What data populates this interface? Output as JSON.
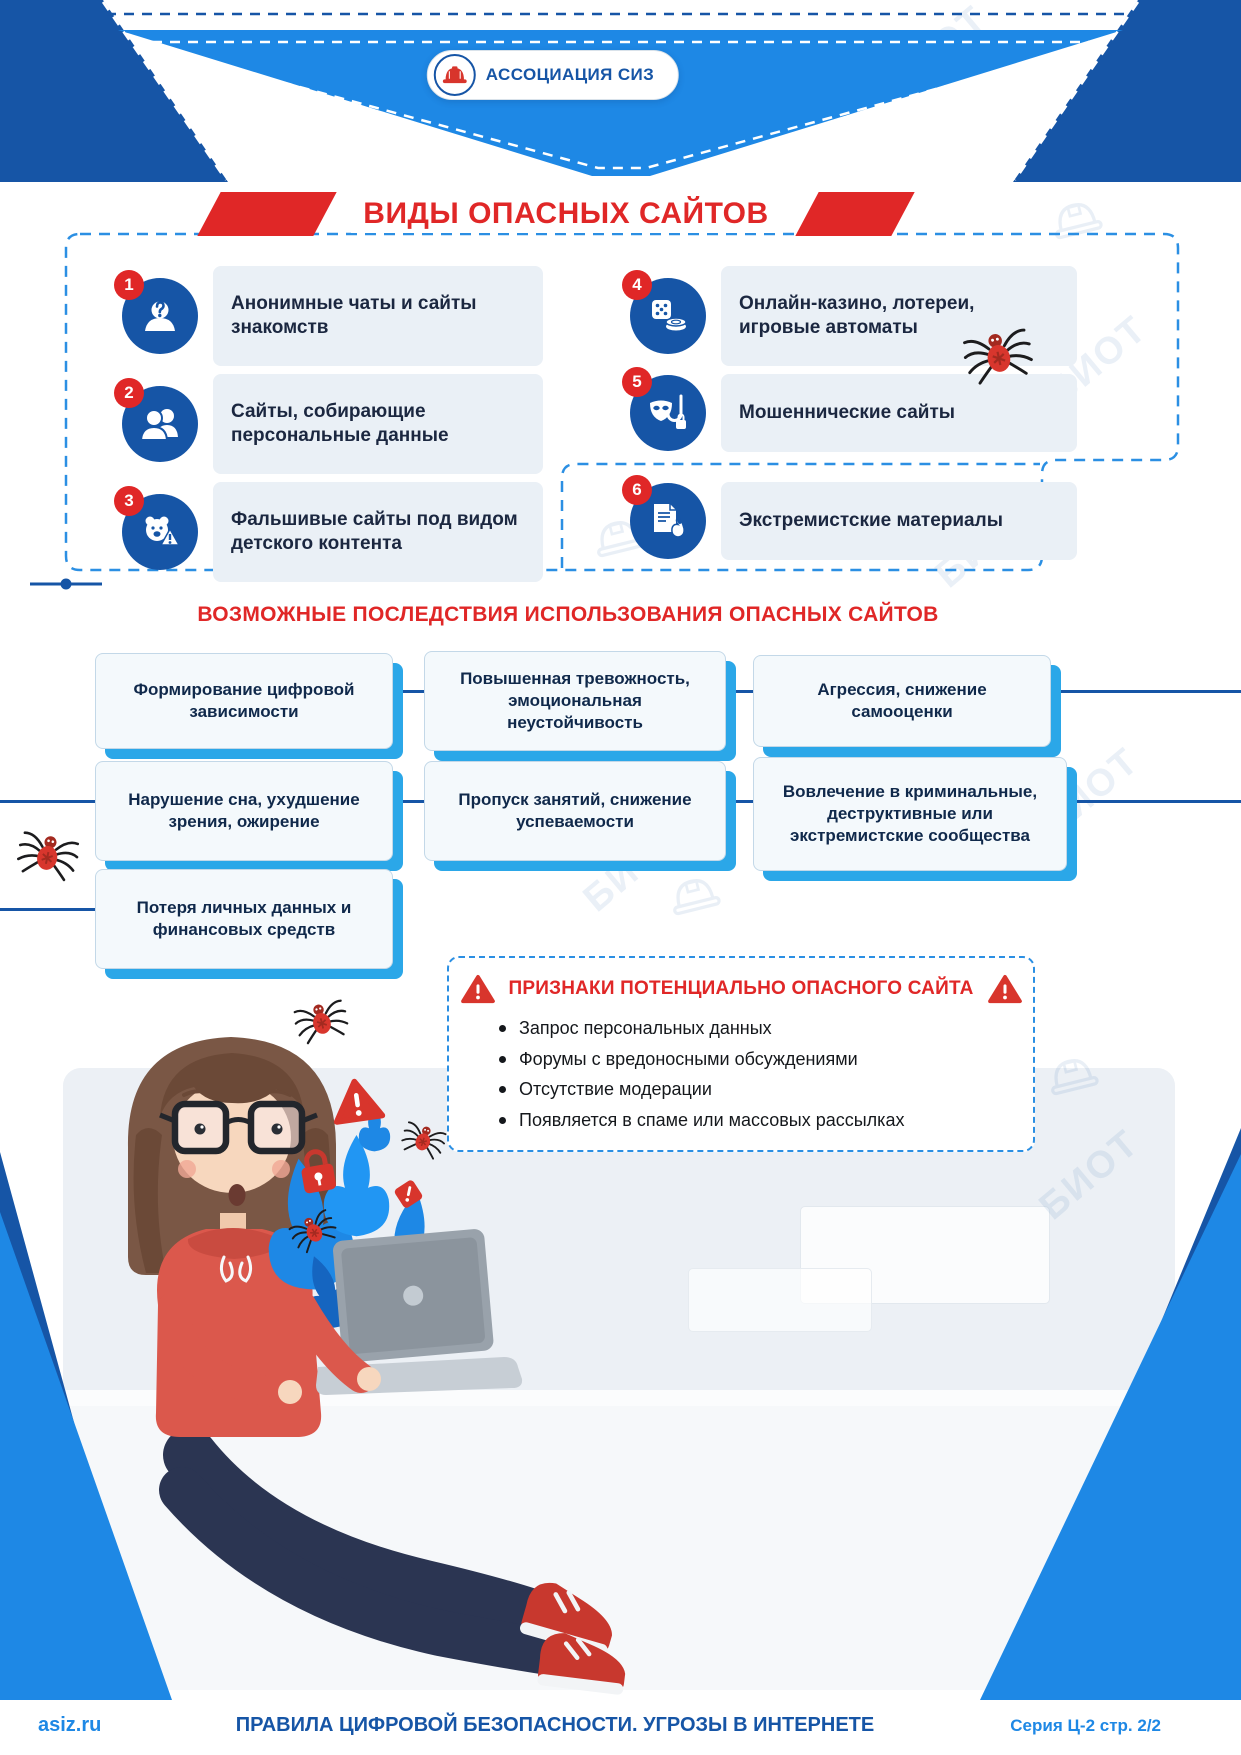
{
  "header": {
    "logo_text": "АССОЦИАЦИЯ СИЗ"
  },
  "title": "ВИДЫ ОПАСНЫХ САЙТОВ",
  "dangerous_sites": {
    "items": [
      {
        "num": "1",
        "text": "Анонимные чаты и сайты знакомств",
        "icon": "anonymous-chat-icon"
      },
      {
        "num": "2",
        "text": "Сайты, собирающие персональные данные",
        "icon": "personal-data-icon"
      },
      {
        "num": "3",
        "text": "Фальшивые сайты под видом детского контента",
        "icon": "fake-childrens-content-icon"
      },
      {
        "num": "4",
        "text": "Онлайн-казино, лотереи, игровые автоматы",
        "icon": "casino-icon"
      },
      {
        "num": "5",
        "text": "Мошеннические сайты",
        "icon": "scam-site-icon"
      },
      {
        "num": "6",
        "text": "Экстремистские материалы",
        "icon": "extremist-materials-icon"
      }
    ]
  },
  "consequences": {
    "title": "ВОЗМОЖНЫЕ ПОСЛЕДСТВИЯ ИСПОЛЬЗОВАНИЯ ОПАСНЫХ САЙТОВ",
    "items": [
      "Формирование цифровой зависимости",
      "Повышенная тревожность, эмоциональная неустойчивость",
      "Агрессия, снижение самооценки",
      "Нарушение сна, ухудшение зрения, ожирение",
      "Пропуск занятий, снижение успеваемости",
      "Вовлечение в криминальные, деструктивные или экстремистские сообщества",
      "Потеря личных данных и финансовых средств"
    ]
  },
  "signs": {
    "title": "ПРИЗНАКИ ПОТЕНЦИАЛЬНО ОПАСНОГО САЙТА",
    "items": [
      "Запрос персональных данных",
      "Форумы с вредоносными обсуждениями",
      "Отсутствие модерации",
      "Появляется в спаме или массовых рассылках"
    ]
  },
  "footer": {
    "site": "asiz.ru",
    "title": "ПРАВИЛА ЦИФРОВОЙ БЕЗОПАСНОСТИ. УГРОЗЫ В ИНТЕРНЕТЕ",
    "series": "Серия Ц-2 стр. 2/2"
  },
  "watermark": "БИОТ",
  "colors": {
    "dark_blue": "#1655A6",
    "bright_blue": "#1E88E5",
    "shadow_blue": "#2BA7E8",
    "red": "#E02727",
    "item_box_bg": "#EAF0F6"
  }
}
